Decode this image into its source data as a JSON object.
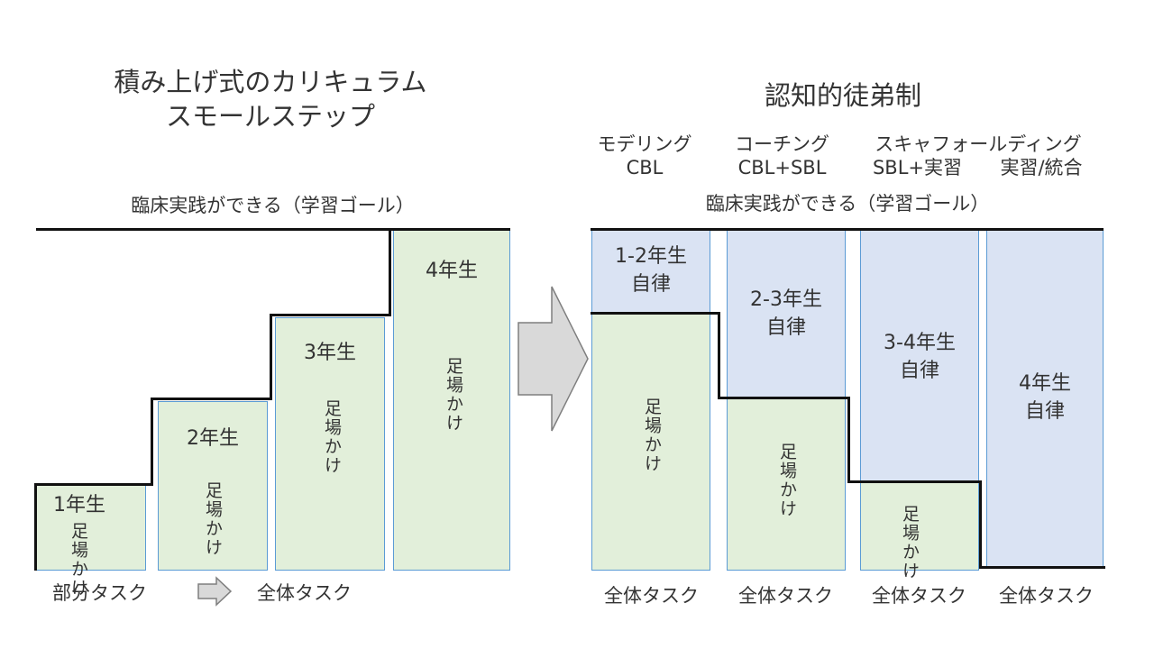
{
  "left": {
    "title_line1": "積み上げ式のカリキュラム",
    "title_line2": "スモールステップ",
    "goal": "臨床実践ができる（学習ゴール）",
    "boxes": [
      {
        "year": "1年生",
        "scaffold": "足場かけ"
      },
      {
        "year": "2年生",
        "scaffold": "足場かけ"
      },
      {
        "year": "3年生",
        "scaffold": "足場かけ"
      },
      {
        "year": "4年生",
        "scaffold": "足場かけ"
      }
    ],
    "footer_left": "部分タスク",
    "footer_right": "全体タスク"
  },
  "right": {
    "title": "認知的徒弟制",
    "stages": [
      {
        "name": "モデリング",
        "method": "CBL"
      },
      {
        "name": "コーチング",
        "method": "CBL+SBL"
      },
      {
        "name": "スキャフォールディング",
        "method_a": "SBL+実習",
        "method_b": "実習/統合"
      }
    ],
    "goal": "臨床実践ができる（学習ゴール）",
    "columns": [
      {
        "year": "1-2年生",
        "autonomy": "自律",
        "scaffold": "足場かけ",
        "task": "全体タスク"
      },
      {
        "year": "2-3年生",
        "autonomy": "自律",
        "scaffold": "足場かけ",
        "task": "全体タスク"
      },
      {
        "year": "3-4年生",
        "autonomy": "自律",
        "scaffold": "足場かけ",
        "task": "全体タスク"
      },
      {
        "year": "4年生",
        "autonomy": "自律",
        "task": "全体タスク"
      }
    ]
  },
  "colors": {
    "green_fill": "#e2efda",
    "blue_fill": "#dae3f3",
    "box_border": "#5b9bd5",
    "line": "#111111",
    "arrow_fill": "#d9d9d9",
    "arrow_stroke": "#7f7f7f"
  },
  "icons": [
    "right-arrow-icon"
  ]
}
